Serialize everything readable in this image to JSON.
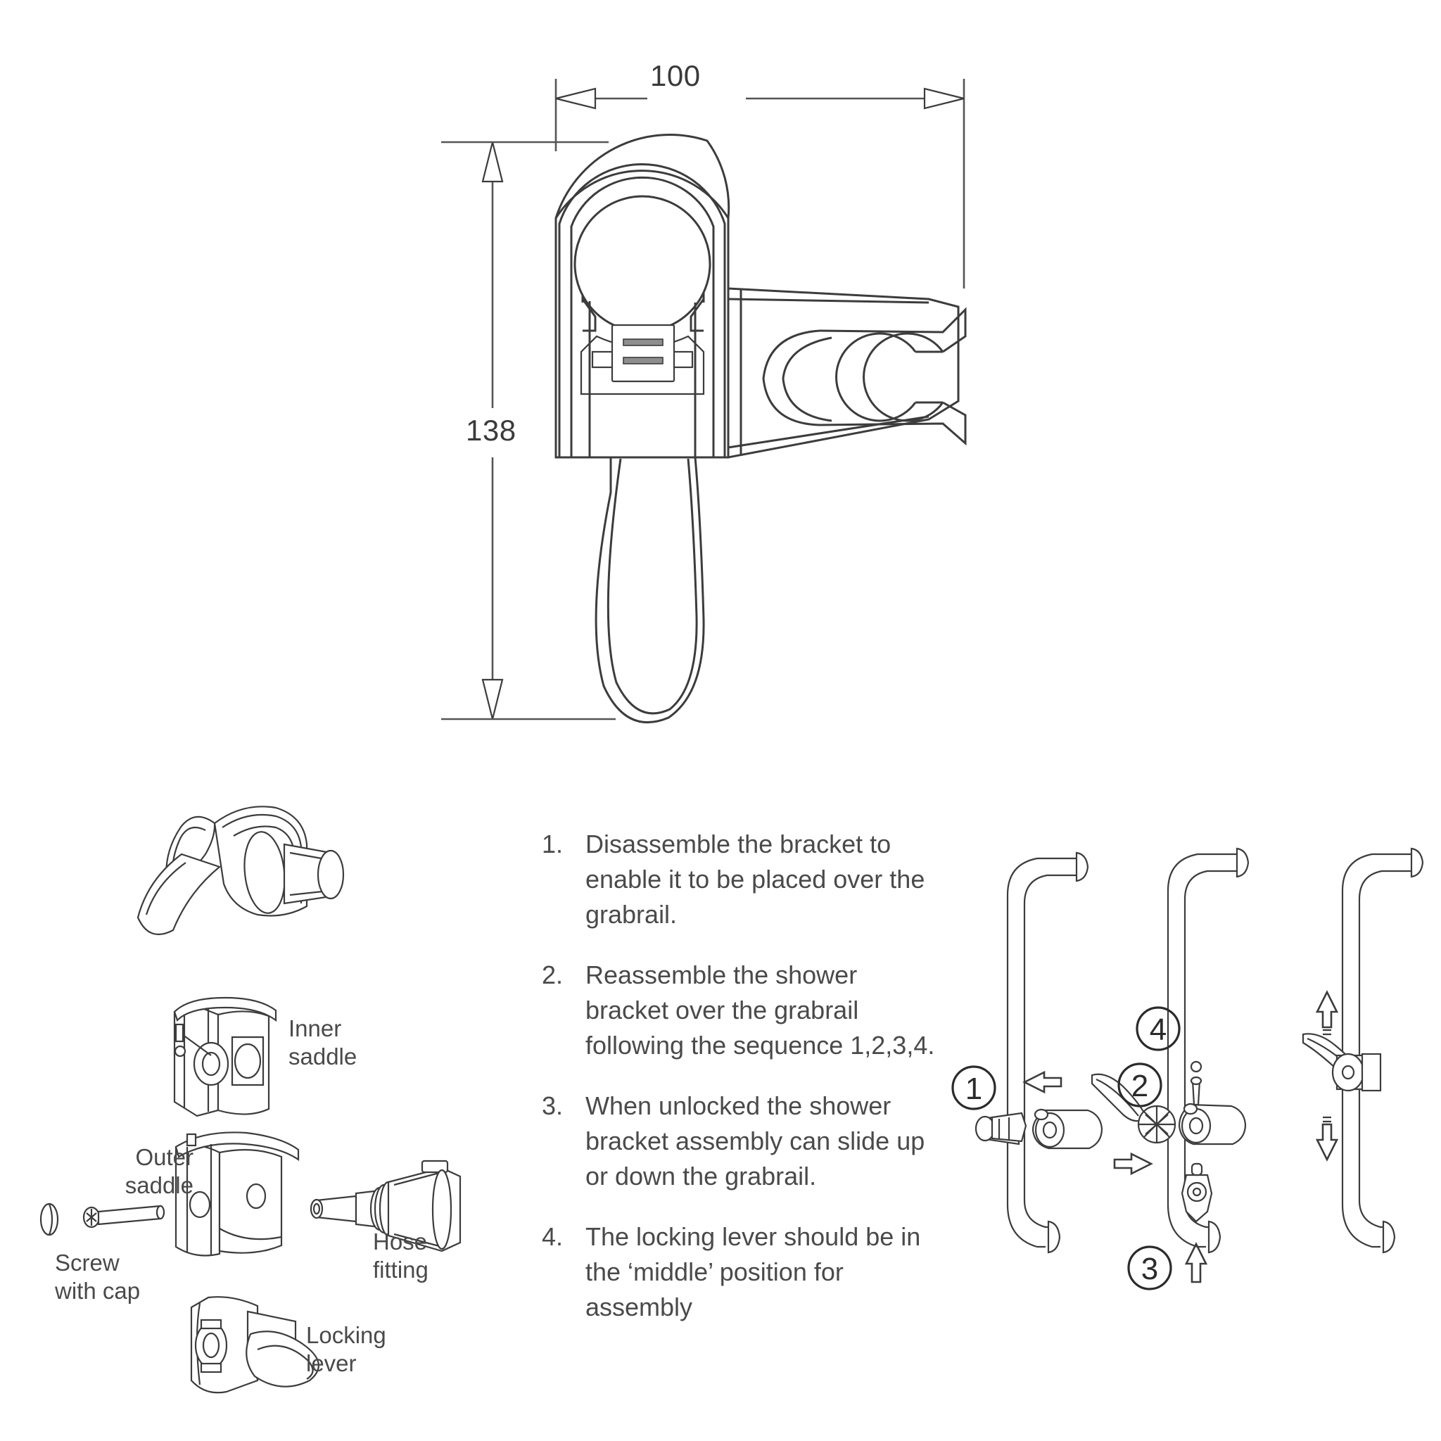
{
  "document": {
    "type": "technical-drawing",
    "subject": "Shower bracket for grabrail",
    "background_color": "#ffffff",
    "line_color": "#3c3c3c",
    "text_color": "#4a4a4a"
  },
  "dimensions": {
    "width": {
      "value": "100",
      "orientation": "horizontal",
      "units_implied": "mm"
    },
    "height": {
      "value": "138",
      "orientation": "vertical",
      "units_implied": "mm"
    }
  },
  "parts": [
    {
      "id": "inner-saddle",
      "label": "Inner\nsaddle"
    },
    {
      "id": "outer-saddle",
      "label": "Outer\nsaddle"
    },
    {
      "id": "screw-with-cap",
      "label": "Screw\nwith cap"
    },
    {
      "id": "hose-fitting",
      "label": "Hose\nfitting"
    },
    {
      "id": "locking-lever",
      "label": "Locking\nlever"
    }
  ],
  "instructions": [
    {
      "number": "1.",
      "text": "Disassemble the bracket to enable it to be placed over the grabrail."
    },
    {
      "number": "2.",
      "text": "Reassemble the shower bracket over the grabrail following the sequence 1,2,3,4."
    },
    {
      "number": "3.",
      "text": "When unlocked the shower bracket assembly can  slide up or down the grabrail."
    },
    {
      "number": "4.",
      "text": "The locking lever should be in the ‘middle’ position for assembly"
    }
  ],
  "assembly_steps": {
    "panel_1": {
      "callouts": [
        "1"
      ],
      "arrows": [
        "left"
      ]
    },
    "panel_2": {
      "callouts": [
        "2",
        "3",
        "4"
      ],
      "arrows": [
        "right",
        "up"
      ]
    },
    "panel_3": {
      "callouts": [],
      "arrows": [
        "up",
        "down"
      ]
    }
  }
}
